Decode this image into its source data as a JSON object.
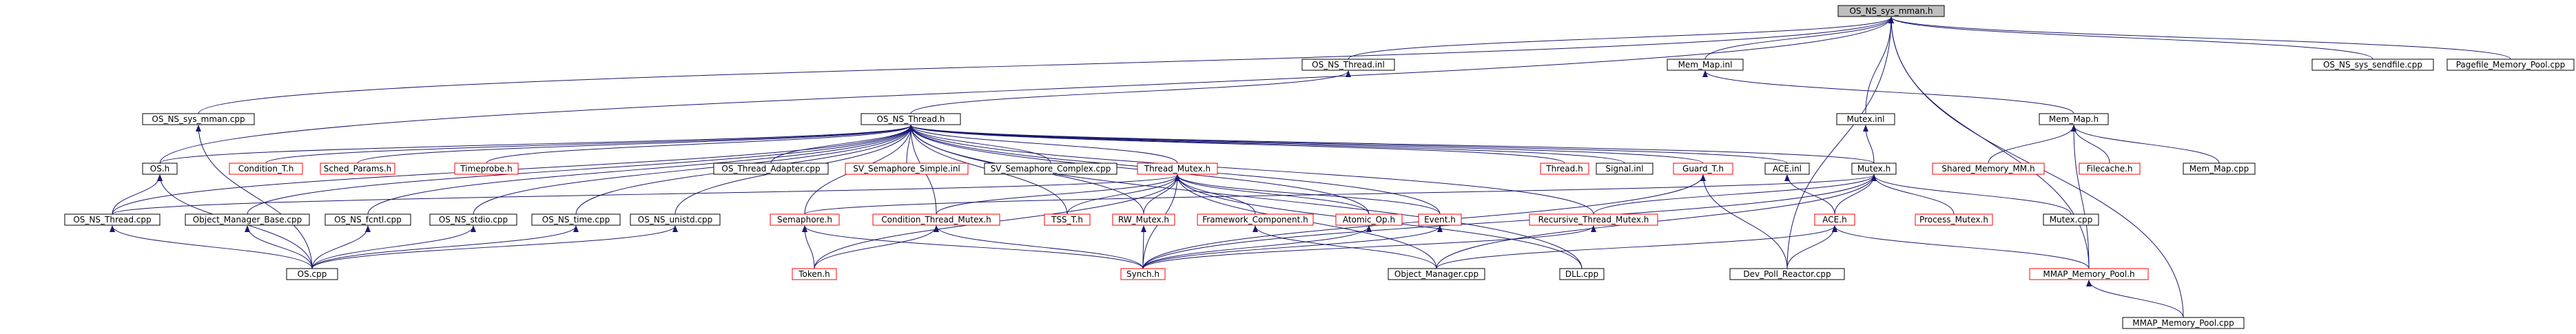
{
  "colors": {
    "background": "#ffffff",
    "edge": "#191970",
    "text": "#000000",
    "documented_border": "#000000",
    "undocumented_border": "#ff0000",
    "focus_fill": "#bfbfbf"
  },
  "nodes": [
    {
      "id": "n0",
      "label": "OS_NS_sys_mman.h",
      "kind": "focus"
    },
    {
      "id": "n1",
      "label": "OS_NS_Thread.inl",
      "kind": "documented"
    },
    {
      "id": "n2",
      "label": "Mem_Map.inl",
      "kind": "documented"
    },
    {
      "id": "n3",
      "label": "OS_NS_sys_sendfile.cpp",
      "kind": "documented"
    },
    {
      "id": "n4",
      "label": "Pagefile_Memory_Pool.cpp",
      "kind": "documented"
    },
    {
      "id": "n5",
      "label": "OS_NS_sys_mman.cpp",
      "kind": "documented"
    },
    {
      "id": "n6",
      "label": "OS_NS_Thread.h",
      "kind": "documented"
    },
    {
      "id": "n7",
      "label": "Mutex.inl",
      "kind": "documented"
    },
    {
      "id": "n8",
      "label": "Mem_Map.h",
      "kind": "documented"
    },
    {
      "id": "n9",
      "label": "OS.h",
      "kind": "documented"
    },
    {
      "id": "n10",
      "label": "Condition_T.h",
      "kind": "undocumented"
    },
    {
      "id": "n11",
      "label": "Sched_Params.h",
      "kind": "undocumented"
    },
    {
      "id": "n12",
      "label": "Timeprobe.h",
      "kind": "undocumented"
    },
    {
      "id": "n13",
      "label": "OS_Thread_Adapter.cpp",
      "kind": "documented"
    },
    {
      "id": "n14",
      "label": "SV_Semaphore_Simple.inl",
      "kind": "undocumented"
    },
    {
      "id": "n15",
      "label": "SV_Semaphore_Complex.cpp",
      "kind": "documented"
    },
    {
      "id": "n16",
      "label": "Thread_Mutex.h",
      "kind": "undocumented"
    },
    {
      "id": "n17",
      "label": "Thread.h",
      "kind": "undocumented"
    },
    {
      "id": "n18",
      "label": "Signal.inl",
      "kind": "documented"
    },
    {
      "id": "n19",
      "label": "Guard_T.h",
      "kind": "undocumented"
    },
    {
      "id": "n20",
      "label": "ACE.inl",
      "kind": "documented"
    },
    {
      "id": "n21",
      "label": "Mutex.h",
      "kind": "documented"
    },
    {
      "id": "n22",
      "label": "Shared_Memory_MM.h",
      "kind": "undocumented"
    },
    {
      "id": "n23",
      "label": "Filecache.h",
      "kind": "undocumented"
    },
    {
      "id": "n24",
      "label": "Mem_Map.cpp",
      "kind": "documented"
    },
    {
      "id": "n25",
      "label": "OS_NS_Thread.cpp",
      "kind": "documented"
    },
    {
      "id": "n26",
      "label": "Object_Manager_Base.cpp",
      "kind": "documented"
    },
    {
      "id": "n27",
      "label": "OS_NS_fcntl.cpp",
      "kind": "documented"
    },
    {
      "id": "n28",
      "label": "OS_NS_stdio.cpp",
      "kind": "documented"
    },
    {
      "id": "n29",
      "label": "OS_NS_time.cpp",
      "kind": "documented"
    },
    {
      "id": "n30",
      "label": "OS_NS_unistd.cpp",
      "kind": "documented"
    },
    {
      "id": "n31",
      "label": "Semaphore.h",
      "kind": "undocumented"
    },
    {
      "id": "n32",
      "label": "Condition_Thread_Mutex.h",
      "kind": "undocumented"
    },
    {
      "id": "n33",
      "label": "TSS_T.h",
      "kind": "undocumented"
    },
    {
      "id": "n34",
      "label": "RW_Mutex.h",
      "kind": "undocumented"
    },
    {
      "id": "n35",
      "label": "Framework_Component.h",
      "kind": "undocumented"
    },
    {
      "id": "n36",
      "label": "Atomic_Op.h",
      "kind": "undocumented"
    },
    {
      "id": "n37",
      "label": "Event.h",
      "kind": "undocumented"
    },
    {
      "id": "n38",
      "label": "Recursive_Thread_Mutex.h",
      "kind": "undocumented"
    },
    {
      "id": "n39",
      "label": "ACE.h",
      "kind": "undocumented"
    },
    {
      "id": "n40",
      "label": "Process_Mutex.h",
      "kind": "undocumented"
    },
    {
      "id": "n41",
      "label": "Mutex.cpp",
      "kind": "documented"
    },
    {
      "id": "n42",
      "label": "OS.cpp",
      "kind": "documented"
    },
    {
      "id": "n43",
      "label": "Token.h",
      "kind": "undocumented"
    },
    {
      "id": "n44",
      "label": "Synch.h",
      "kind": "undocumented"
    },
    {
      "id": "n45",
      "label": "Object_Manager.cpp",
      "kind": "documented"
    },
    {
      "id": "n46",
      "label": "DLL.cpp",
      "kind": "documented"
    },
    {
      "id": "n47",
      "label": "Dev_Poll_Reactor.cpp",
      "kind": "documented"
    },
    {
      "id": "n48",
      "label": "MMAP_Memory_Pool.h",
      "kind": "undocumented"
    },
    {
      "id": "n49",
      "label": "MMAP_Memory_Pool.cpp",
      "kind": "documented"
    }
  ],
  "edges": [
    [
      "n1",
      "n0"
    ],
    [
      "n2",
      "n0"
    ],
    [
      "n3",
      "n0"
    ],
    [
      "n4",
      "n0"
    ],
    [
      "n5",
      "n0"
    ],
    [
      "n7",
      "n0"
    ],
    [
      "n9",
      "n0"
    ],
    [
      "n47",
      "n0"
    ],
    [
      "n49",
      "n0"
    ],
    [
      "n48",
      "n0"
    ],
    [
      "n6",
      "n1"
    ],
    [
      "n8",
      "n2"
    ],
    [
      "n42",
      "n5"
    ],
    [
      "n9",
      "n6"
    ],
    [
      "n10",
      "n6"
    ],
    [
      "n11",
      "n6"
    ],
    [
      "n12",
      "n6"
    ],
    [
      "n13",
      "n6"
    ],
    [
      "n14",
      "n6"
    ],
    [
      "n15",
      "n6"
    ],
    [
      "n16",
      "n6"
    ],
    [
      "n17",
      "n6"
    ],
    [
      "n18",
      "n6"
    ],
    [
      "n19",
      "n6"
    ],
    [
      "n20",
      "n6"
    ],
    [
      "n21",
      "n6"
    ],
    [
      "n25",
      "n6"
    ],
    [
      "n26",
      "n6"
    ],
    [
      "n27",
      "n6"
    ],
    [
      "n28",
      "n6"
    ],
    [
      "n29",
      "n6"
    ],
    [
      "n30",
      "n6"
    ],
    [
      "n31",
      "n6"
    ],
    [
      "n32",
      "n6"
    ],
    [
      "n33",
      "n6"
    ],
    [
      "n34",
      "n6"
    ],
    [
      "n36",
      "n6"
    ],
    [
      "n37",
      "n6"
    ],
    [
      "n38",
      "n6"
    ],
    [
      "n46",
      "n6"
    ],
    [
      "n21",
      "n7"
    ],
    [
      "n22",
      "n8"
    ],
    [
      "n23",
      "n8"
    ],
    [
      "n24",
      "n8"
    ],
    [
      "n48",
      "n8"
    ],
    [
      "n25",
      "n9"
    ],
    [
      "n42",
      "n9"
    ],
    [
      "n42",
      "n25"
    ],
    [
      "n42",
      "n26"
    ],
    [
      "n42",
      "n27"
    ],
    [
      "n42",
      "n28"
    ],
    [
      "n42",
      "n29"
    ],
    [
      "n42",
      "n30"
    ],
    [
      "n25",
      "n16"
    ],
    [
      "n32",
      "n16"
    ],
    [
      "n33",
      "n16"
    ],
    [
      "n34",
      "n16"
    ],
    [
      "n35",
      "n16"
    ],
    [
      "n36",
      "n16"
    ],
    [
      "n37",
      "n16"
    ],
    [
      "n43",
      "n16"
    ],
    [
      "n44",
      "n16"
    ],
    [
      "n45",
      "n16"
    ],
    [
      "n46",
      "n16"
    ],
    [
      "n44",
      "n19"
    ],
    [
      "n47",
      "n19"
    ],
    [
      "n39",
      "n20"
    ],
    [
      "n31",
      "n21"
    ],
    [
      "n38",
      "n21"
    ],
    [
      "n39",
      "n21"
    ],
    [
      "n40",
      "n21"
    ],
    [
      "n41",
      "n21"
    ],
    [
      "n44",
      "n21"
    ],
    [
      "n45",
      "n21"
    ],
    [
      "n43",
      "n31"
    ],
    [
      "n44",
      "n31"
    ],
    [
      "n43",
      "n32"
    ],
    [
      "n44",
      "n32"
    ],
    [
      "n44",
      "n34"
    ],
    [
      "n45",
      "n35"
    ],
    [
      "n44",
      "n36"
    ],
    [
      "n44",
      "n37"
    ],
    [
      "n44",
      "n38"
    ],
    [
      "n45",
      "n39"
    ],
    [
      "n47",
      "n39"
    ],
    [
      "n48",
      "n39"
    ],
    [
      "n49",
      "n48"
    ]
  ]
}
